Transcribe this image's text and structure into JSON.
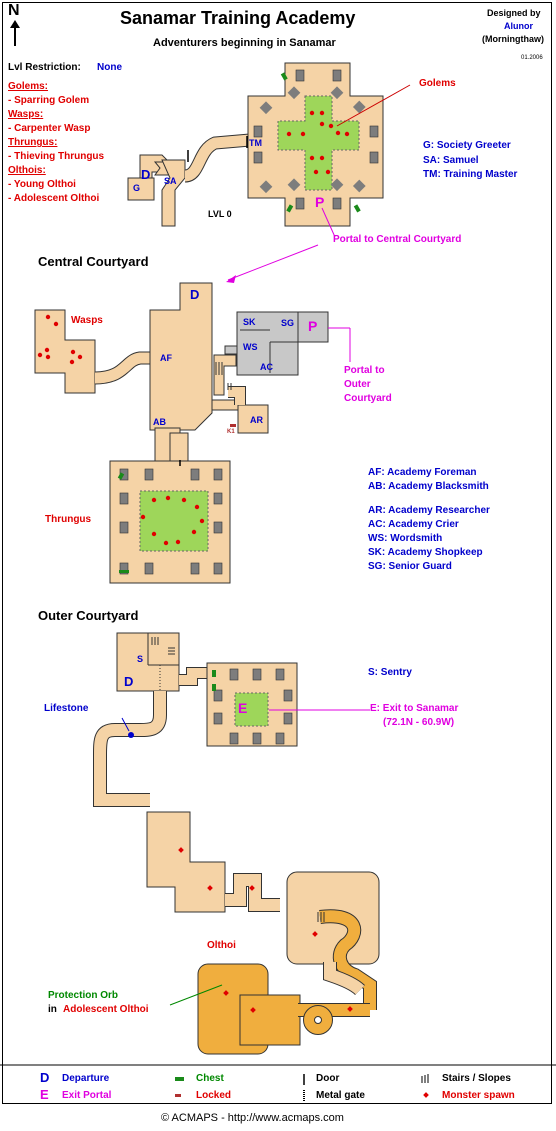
{
  "header": {
    "north": "N",
    "title": "Sanamar Training Academy",
    "subtitle": "Adventurers beginning in Sanamar",
    "designed_by_label": "Designed by",
    "designer": "Alunor",
    "server": "(Morningthaw)",
    "date": "01.2006"
  },
  "level0": {
    "lvl_restriction_label": "Lvl Restriction:",
    "lvl_restriction_value": "None",
    "level_label": "LVL 0",
    "golems_heading": "Golems:",
    "golems_item": "- Sparring Golem",
    "wasps_heading": "Wasps:",
    "wasps_item": "- Carpenter Wasp",
    "thrungus_heading": "Thrungus:",
    "thrungus_item": "- Thieving Thrungus",
    "olthois_heading": "Olthois:",
    "olthois_item1": "- Young Olthoi",
    "olthois_item2": "- Adolescent Olthoi",
    "golems_callout": "Golems",
    "portal_callout": "Portal to Central Courtyard",
    "npcs": [
      "G:   Society Greeter",
      "SA: Samuel",
      "TM: Training Master"
    ],
    "labels": {
      "d": "D",
      "g": "G",
      "sa": "SA",
      "tm": "TM",
      "p": "P"
    }
  },
  "central": {
    "heading": "Central Courtyard",
    "wasps_label": "Wasps",
    "thrungus_label": "Thrungus",
    "portal_callout_lines": [
      "Portal to",
      "Outer",
      "Courtyard"
    ],
    "labels": {
      "d": "D",
      "af": "AF",
      "ab": "AB",
      "ar": "AR",
      "sk": "SK",
      "sg": "SG",
      "ws": "WS",
      "ac": "AC",
      "p": "P",
      "k1": "K1"
    },
    "npcs_a": [
      "AF: Academy Foreman",
      "AB: Academy Blacksmith"
    ],
    "npcs_b": [
      "AR: Academy Researcher",
      "AC: Academy Crier",
      "WS: Wordsmith",
      "SK: Academy Shopkeep",
      "SG: Senior Guard"
    ]
  },
  "outer": {
    "heading": "Outer Courtyard",
    "sentry": "S:   Sentry",
    "exit_line1": "E: Exit to Sanamar",
    "exit_line2": "(72.1N - 60.9W)",
    "lifestone": "Lifestone",
    "olthoi": "Olthoi",
    "orb_line1": "Protection Orb",
    "orb_in": "in",
    "orb_line2": "Adolescent Olthoi",
    "labels": {
      "s": "S",
      "d": "D",
      "e": "E"
    }
  },
  "legend": {
    "departure_symbol": "D",
    "departure": "Departure",
    "exit_symbol": "E",
    "exit_portal": "Exit Portal",
    "chest": "Chest",
    "locked": "Locked",
    "door": "Door",
    "metal_gate": "Metal gate",
    "stairs": "Stairs / Slopes",
    "monster_spawn": "Monster spawn"
  },
  "footer": "© ACMAPS - http://www.acmaps.com",
  "colors": {
    "floor": "#f5d3a6",
    "grass": "#9ed65a",
    "pillar": "#7d7d7d",
    "orange_floor": "#f0ae3e",
    "grey_room": "#c8c8c8",
    "spawn": "#e00000"
  }
}
